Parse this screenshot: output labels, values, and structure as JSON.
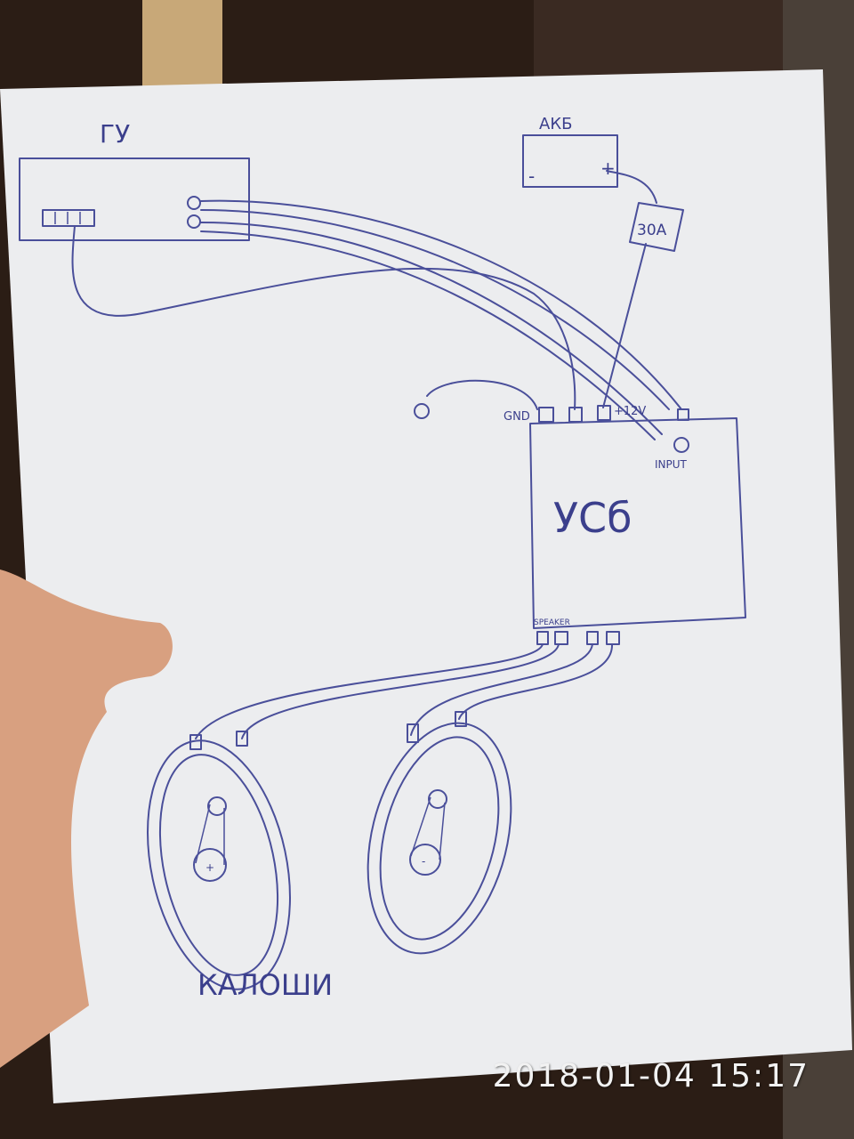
{
  "labels": {
    "head_unit": "ГУ",
    "battery": "АКБ",
    "battery_minus": "-",
    "battery_plus": "+",
    "fuse": "30А",
    "amplifier": "УСб",
    "gnd": "GND",
    "plus12": "+12V",
    "input": "INPUT",
    "speaker_terminals": "SPEAKER",
    "speakers": "КАЛОШИ",
    "speaker_plus": "+",
    "speaker_minus": "-"
  },
  "timestamp": "2018-01-04  15:17"
}
